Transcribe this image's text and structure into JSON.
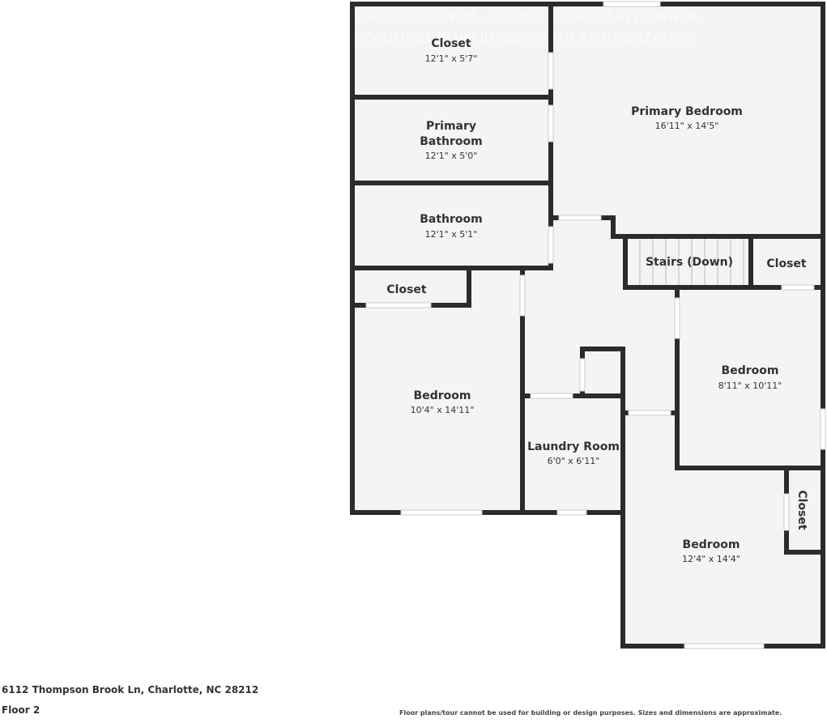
{
  "plan": {
    "watermark": [
      "STATE OF ILLINOIS - ISSUED BY PROPERTY OWNER",
      "DOCUMENT IS VALID ONLY WITH AUTHORIZATION"
    ],
    "colors": {
      "wall": "#2b2b2b",
      "floor": "#f4f4f4",
      "window": "#ffffff"
    },
    "rooms": [
      {
        "name": "Closet",
        "dims": "12'1\" x 5'7\""
      },
      {
        "name": "Primary Bedroom",
        "dims": "16'11\" x 14'5\""
      },
      {
        "name": "Primary",
        "name2": "Bathroom",
        "dims": "12'1\" x 5'0\""
      },
      {
        "name": "Bathroom",
        "dims": "12'1\" x 5'1\""
      },
      {
        "name": "Stairs (Down)"
      },
      {
        "name": "Closet"
      },
      {
        "name": "Closet"
      },
      {
        "name": "Bedroom",
        "dims": "10'4\" x 14'11\""
      },
      {
        "name": "Bedroom",
        "dims": "8'11\" x 10'11\""
      },
      {
        "name": "Laundry Room",
        "dims": "6'0\" x 6'11\""
      },
      {
        "name": "Closet"
      },
      {
        "name": "Bedroom",
        "dims": "12'4\" x 14'4\""
      }
    ]
  },
  "footer": {
    "address": "6112 Thompson Brook Ln, Charlotte, NC 28212",
    "floor": "Floor 2",
    "disclaimer": "Floor plans/tour cannot be used for building or design purposes. Sizes and dimensions are approximate."
  }
}
